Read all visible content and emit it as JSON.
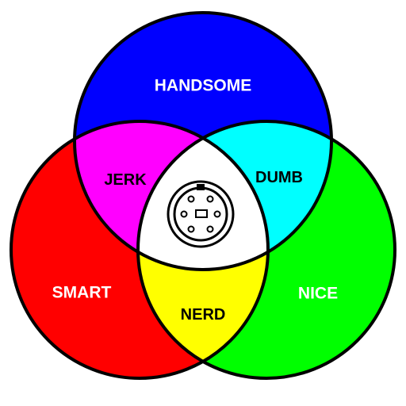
{
  "diagram": {
    "sets": {
      "top": {
        "label": "HANDSOME",
        "color": "#0000ff",
        "text_color": "#ffffff"
      },
      "left": {
        "label": "SMART",
        "color": "#ff0000",
        "text_color": "#ffffff"
      },
      "right": {
        "label": "NICE",
        "color": "#00ff00",
        "text_color": "#ffffff"
      }
    },
    "overlaps": {
      "top_left": {
        "label": "JERK",
        "color": "#ff00ff",
        "text_color": "#000000"
      },
      "top_right": {
        "label": "DUMB",
        "color": "#00ffff",
        "text_color": "#000000"
      },
      "left_right": {
        "label": "NERD",
        "color": "#ffff00",
        "text_color": "#000000"
      }
    },
    "center": {
      "icon": "ps2-connector-icon",
      "color": "#ffffff"
    },
    "outline_color": "#000000"
  }
}
